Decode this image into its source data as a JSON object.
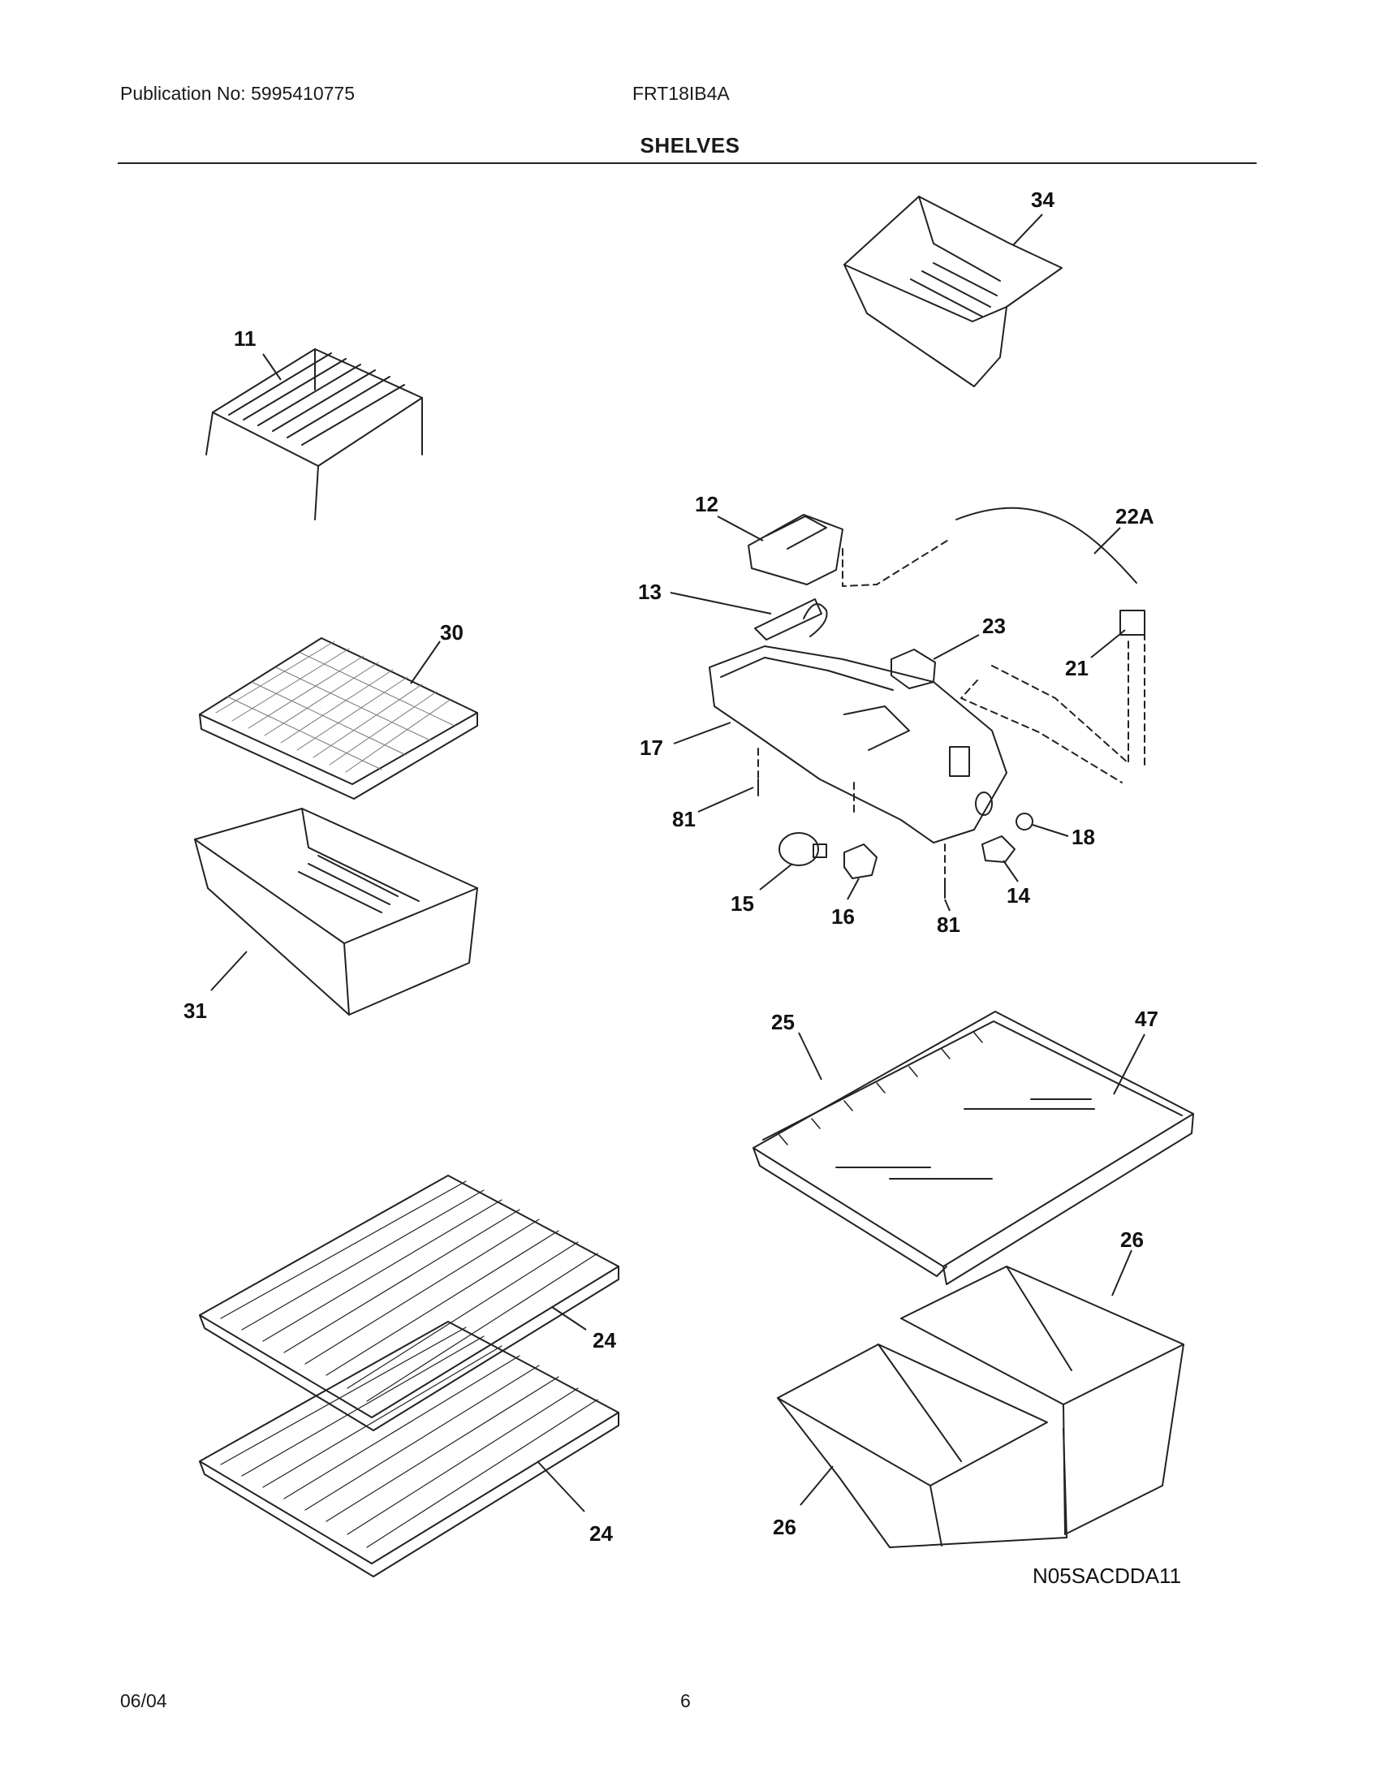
{
  "header": {
    "publication": "Publication No: 5995410775",
    "model": "FRT18IB4A",
    "title": "SHELVES"
  },
  "footer": {
    "date": "06/04",
    "page": "6"
  },
  "diagram": {
    "code": "N05SACDDA11",
    "labels": {
      "l11": "11",
      "l34": "34",
      "l12": "12",
      "l22a": "22A",
      "l13": "13",
      "l23": "23",
      "l21": "21",
      "l30": "30",
      "l17": "17",
      "l81a": "81",
      "l18": "18",
      "l15": "15",
      "l16": "16",
      "l81b": "81",
      "l14": "14",
      "l31": "31",
      "l25": "25",
      "l47": "47",
      "l26a": "26",
      "l24a": "24",
      "l24b": "24",
      "l26b": "26"
    }
  }
}
